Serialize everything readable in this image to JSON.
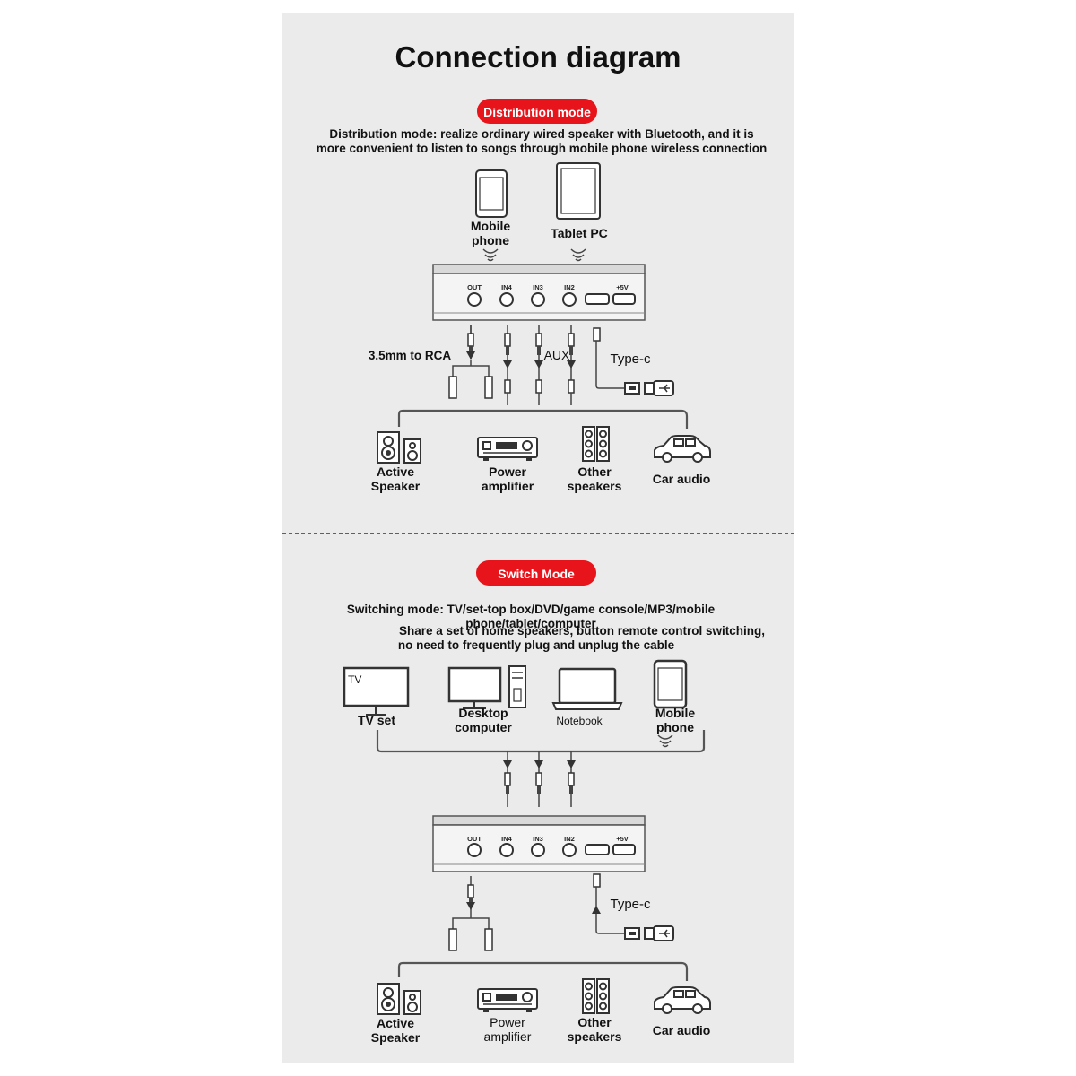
{
  "title": "Connection diagram",
  "distribution": {
    "badge": "Distribution mode",
    "desc_line1": "Distribution mode: realize ordinary wired speaker with Bluetooth, and it is",
    "desc_line2": "more convenient to listen to songs through mobile phone wireless connection",
    "sources": {
      "mobile_1": "Mobile",
      "mobile_2": "phone",
      "tablet": "Tablet PC"
    },
    "labels": {
      "rca": "3.5mm to RCA",
      "aux": "AUX",
      "typec": "Type-c"
    },
    "outputs": {
      "active_1": "Active",
      "active_2": "Speaker",
      "power_1": "Power",
      "power_2": "amplifier",
      "other_1": "Other",
      "other_2": "speakers",
      "car": "Car audio"
    }
  },
  "switch": {
    "badge": "Switch Mode",
    "desc_line1": "Switching mode: TV/set-top box/DVD/game console/MP3/mobile",
    "desc_line2": "phone/tablet/computer",
    "desc_line3": "Share a set of home speakers, button remote control switching,",
    "desc_line4": "no need to frequently plug and unplug the cable",
    "sources": {
      "tv_screen": "TV",
      "tv": "TV set",
      "desktop_1": "Desktop",
      "desktop_2": "computer",
      "notebook": "Notebook",
      "mobile_1": "Mobile",
      "mobile_2": "phone"
    },
    "labels": {
      "typec": "Type-c"
    },
    "outputs": {
      "active_1": "Active",
      "active_2": "Speaker",
      "power_1": "Power",
      "power_2": "amplifier",
      "other_1": "Other",
      "other_2": "speakers",
      "car": "Car audio"
    }
  },
  "device_ports": [
    "OUT",
    "IN4",
    "IN3",
    "IN2",
    "+5V"
  ],
  "colors": {
    "badge_red": "#e8141b",
    "panel_bg": "#ebebeb"
  }
}
